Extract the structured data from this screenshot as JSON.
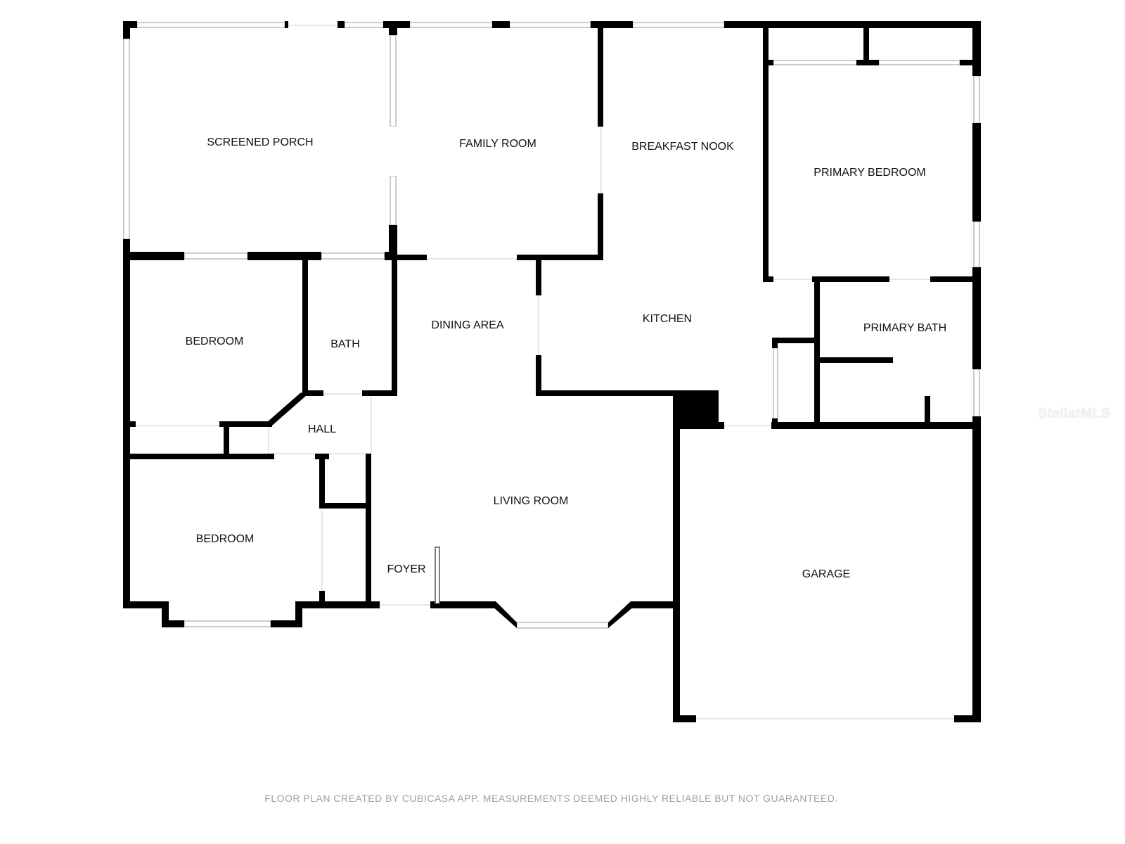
{
  "rooms": {
    "screened_porch": "SCREENED PORCH",
    "family_room": "FAMILY ROOM",
    "breakfast_nook": "BREAKFAST NOOK",
    "primary_bedroom": "PRIMARY BEDROOM",
    "bedroom_1": "BEDROOM",
    "bath": "BATH",
    "dining_area": "DINING AREA",
    "kitchen": "KITCHEN",
    "primary_bath": "PRIMARY BATH",
    "hall": "HALL",
    "bedroom_2": "BEDROOM",
    "living_room": "LIVING ROOM",
    "foyer": "FOYER",
    "garage": "GARAGE"
  },
  "watermark": "StellarMLS",
  "footer": "FLOOR PLAN CREATED BY CUBICASA APP. MEASUREMENTS DEEMED HIGHLY RELIABLE BUT NOT GUARANTEED.",
  "colors": {
    "wall": "#000000",
    "window": "#cccccc"
  }
}
